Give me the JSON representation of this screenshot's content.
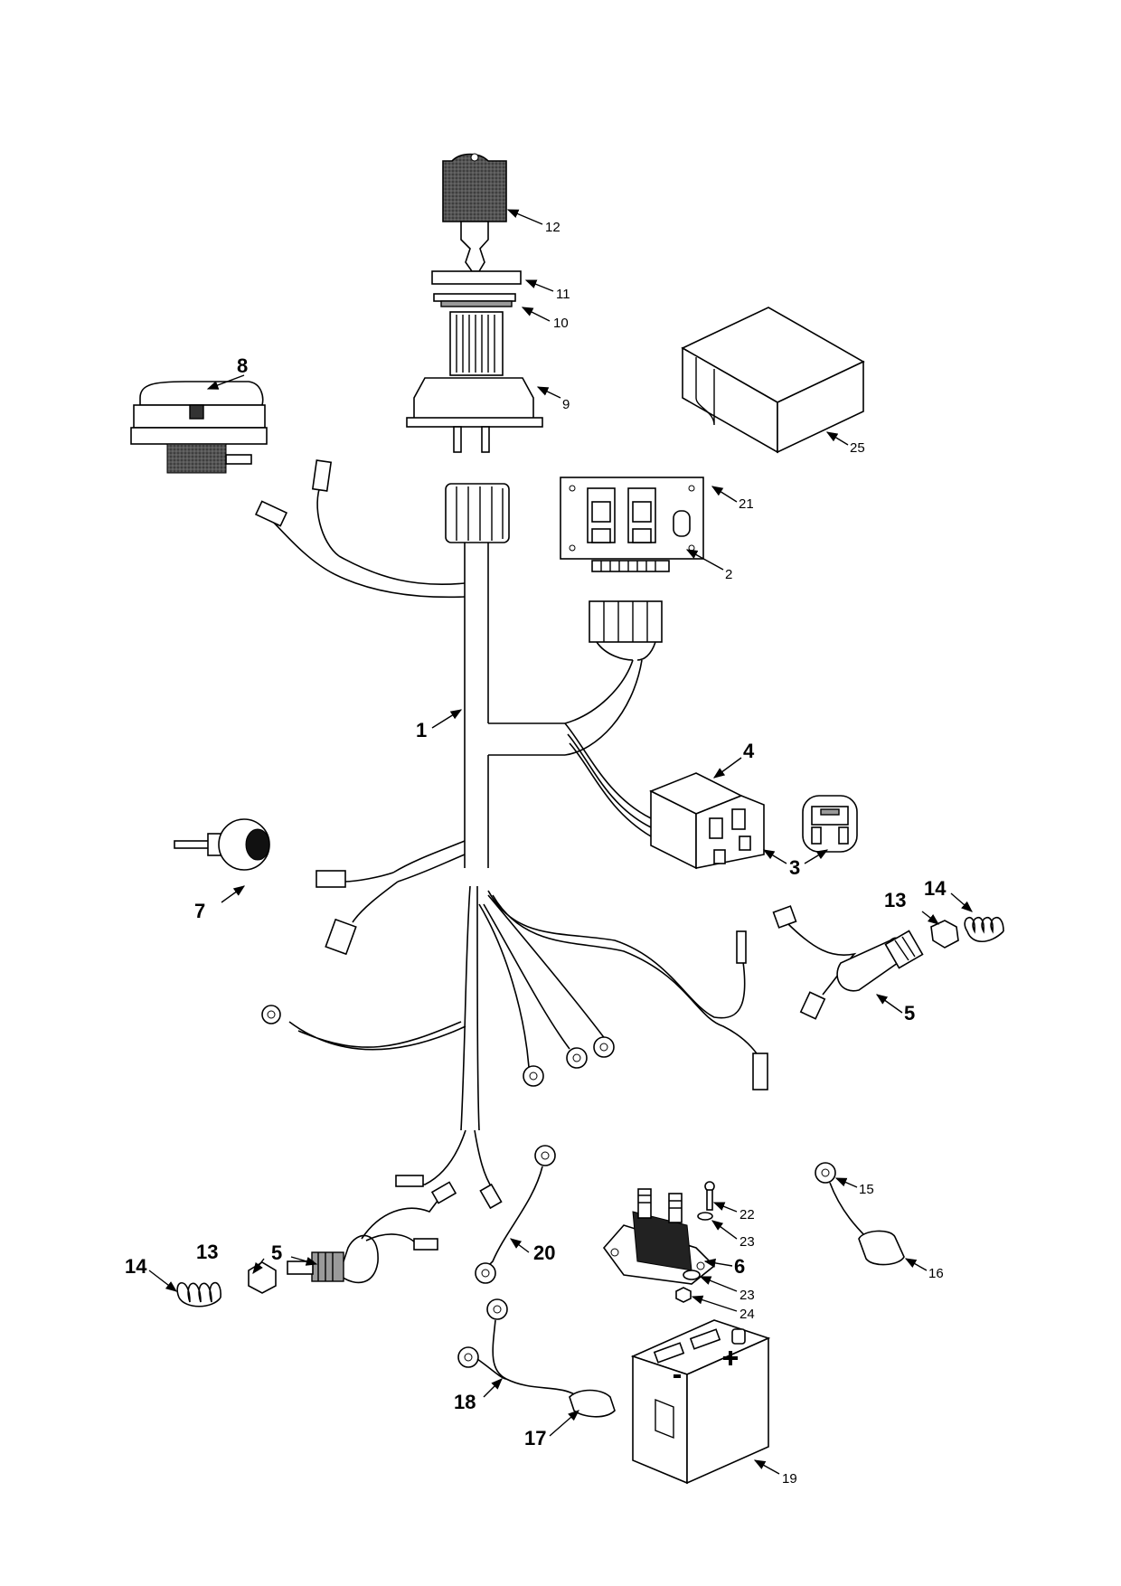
{
  "callouts": {
    "c1": "1",
    "c2": "2",
    "c3": "3",
    "c4": "4",
    "c5a": "5",
    "c5b": "5",
    "c6": "6",
    "c7": "7",
    "c8": "8",
    "c9": "9",
    "c10": "10",
    "c11": "11",
    "c12": "12",
    "c13a": "13",
    "c13b": "13",
    "c14a": "14",
    "c14b": "14",
    "c15": "15",
    "c16": "16",
    "c17": "17",
    "c18": "18",
    "c19": "19",
    "c20": "20",
    "c21": "21",
    "c22": "22",
    "c23a": "23",
    "c23b": "23",
    "c24": "24",
    "c25": "25"
  }
}
